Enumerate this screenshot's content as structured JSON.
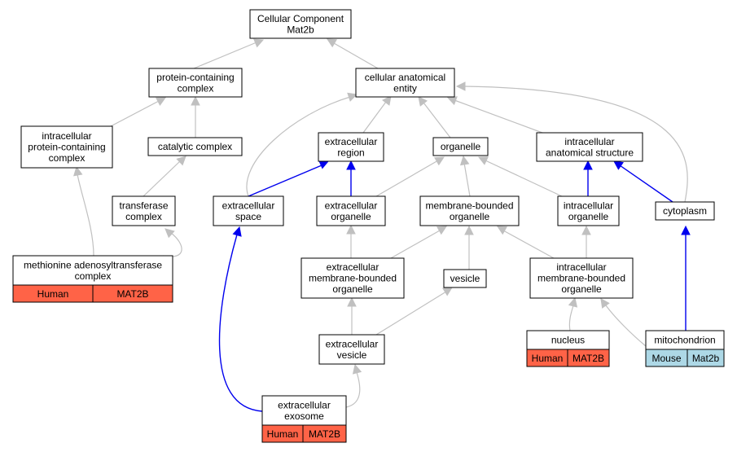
{
  "nodes": {
    "root": {
      "lines": [
        "Cellular Component",
        "Mat2b"
      ]
    },
    "protein_complex": {
      "lines": [
        "protein-containing",
        "complex"
      ]
    },
    "cae": {
      "lines": [
        "cellular anatomical",
        "entity"
      ]
    },
    "ipcc": {
      "lines": [
        "intracellular",
        "protein-containing",
        "complex"
      ]
    },
    "catalytic": {
      "lines": [
        "catalytic complex"
      ]
    },
    "ext_region": {
      "lines": [
        "extracellular",
        "region"
      ]
    },
    "organelle": {
      "lines": [
        "organelle"
      ]
    },
    "ias": {
      "lines": [
        "intracellular",
        "anatomical structure"
      ]
    },
    "transferase": {
      "lines": [
        "transferase",
        "complex"
      ]
    },
    "ext_space": {
      "lines": [
        "extracellular",
        "space"
      ]
    },
    "ext_organelle": {
      "lines": [
        "extracellular",
        "organelle"
      ]
    },
    "mbo": {
      "lines": [
        "membrane-bounded",
        "organelle"
      ]
    },
    "ic_organelle": {
      "lines": [
        "intracellular",
        "organelle"
      ]
    },
    "cytoplasm": {
      "lines": [
        "cytoplasm"
      ]
    },
    "mat_complex": {
      "lines": [
        "methionine adenosyltransferase",
        "complex"
      ]
    },
    "ext_mbo": {
      "lines": [
        "extracellular",
        "membrane-bounded",
        "organelle"
      ]
    },
    "vesicle": {
      "lines": [
        "vesicle"
      ]
    },
    "ic_mbo": {
      "lines": [
        "intracellular",
        "membrane-bounded",
        "organelle"
      ]
    },
    "nucleus": {
      "lines": [
        "nucleus"
      ]
    },
    "mitochondrion": {
      "lines": [
        "mitochondrion"
      ]
    },
    "ext_vesicle": {
      "lines": [
        "extracellular",
        "vesicle"
      ]
    },
    "exosome": {
      "lines": [
        "extracellular",
        "exosome"
      ]
    }
  },
  "annotations": {
    "mat_complex": {
      "species": "Human",
      "gene": "MAT2B"
    },
    "nucleus": {
      "species": "Human",
      "gene": "MAT2B"
    },
    "mitochondrion": {
      "species": "Mouse",
      "gene": "Mat2b"
    },
    "exosome": {
      "species": "Human",
      "gene": "MAT2B"
    }
  },
  "colors": {
    "human": "#ff6347",
    "mouse": "#add8e6",
    "edge_grey": "#c0c0c0",
    "edge_blue": "#0000ee"
  }
}
